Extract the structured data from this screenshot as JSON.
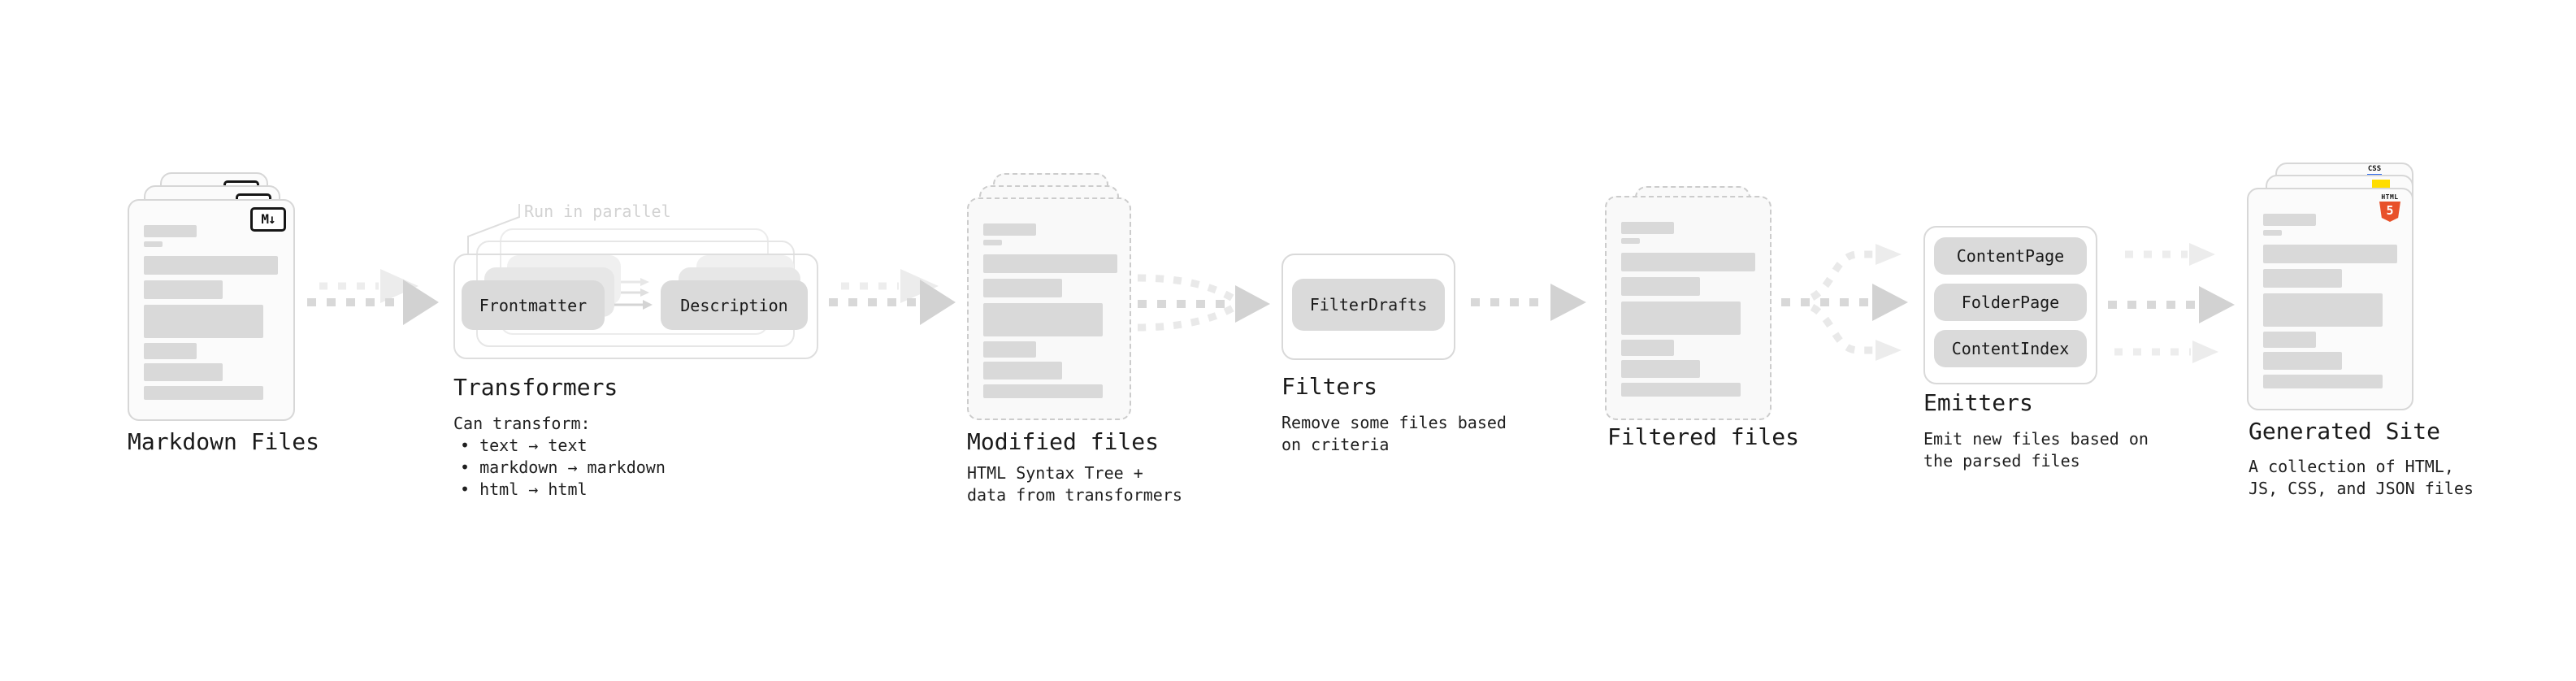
{
  "colors": {
    "skeleton_bar": "#d9d9d9",
    "pill": "#dadada",
    "text": "#1a1a1a",
    "muted_annotation": "#d2d2d2",
    "html5_orange": "#e8512a",
    "js_yellow": "#ffdd00",
    "css_blue": "#2f6bef"
  },
  "stages": {
    "markdown_files": {
      "label": "Markdown Files",
      "badge": "M↓"
    },
    "transformers": {
      "label": "Transformers",
      "annotation": "Run in parallel",
      "pills": [
        "Frontmatter",
        "Description"
      ],
      "desc_heading": "Can transform:",
      "bullets": [
        "• text → text",
        "• markdown → markdown",
        "• html → html"
      ]
    },
    "modified_files": {
      "label": "Modified files",
      "desc_lines": [
        "HTML Syntax Tree +",
        "data from transformers"
      ]
    },
    "filters": {
      "label": "Filters",
      "pills": [
        "FilterDrafts"
      ],
      "desc_lines": [
        "Remove some files based",
        "on criteria"
      ]
    },
    "filtered_files": {
      "label": "Filtered files"
    },
    "emitters": {
      "label": "Emitters",
      "pills": [
        "ContentPage",
        "FolderPage",
        "ContentIndex"
      ],
      "desc_lines": [
        "Emit new files based on",
        "the parsed files"
      ]
    },
    "generated_site": {
      "label": "Generated Site",
      "desc_lines": [
        "A collection of HTML,",
        "JS, CSS, and JSON files"
      ],
      "badges": {
        "css": "CSS",
        "html": "HTML",
        "html5_number": "5"
      }
    }
  }
}
